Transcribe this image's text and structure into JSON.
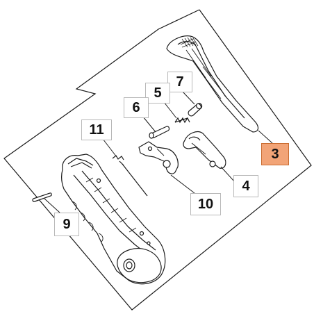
{
  "diagram": {
    "highlight_color": "#f2a477",
    "line_color": "#1a1a1a",
    "callouts": [
      {
        "id": "3",
        "label": "3",
        "highlighted": true
      },
      {
        "id": "4",
        "label": "4",
        "highlighted": false
      },
      {
        "id": "5",
        "label": "5",
        "highlighted": false
      },
      {
        "id": "6",
        "label": "6",
        "highlighted": false
      },
      {
        "id": "7",
        "label": "7",
        "highlighted": false
      },
      {
        "id": "9",
        "label": "9",
        "highlighted": false
      },
      {
        "id": "10",
        "label": "10",
        "highlighted": false
      },
      {
        "id": "11",
        "label": "11",
        "highlighted": false
      }
    ]
  }
}
